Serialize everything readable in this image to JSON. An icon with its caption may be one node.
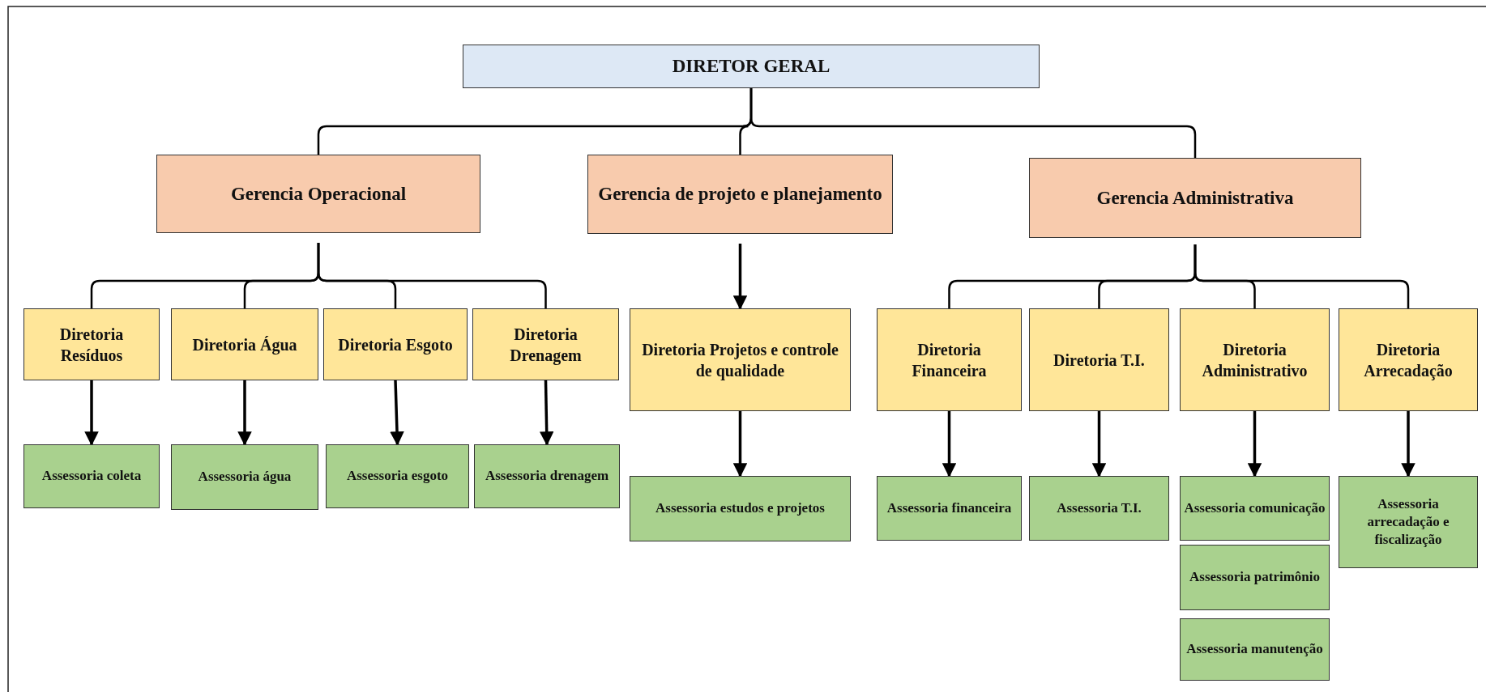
{
  "diagram": {
    "nodes": [
      {
        "text": [
          "DIRETOR GERAL"
        ]
      },
      {
        "text": [
          "Gerencia Operacional"
        ]
      },
      {
        "text": [
          "Gerencia de projeto e planejamento"
        ]
      },
      {
        "text": [
          "Gerencia Administrativa"
        ]
      },
      {
        "text": [
          "Diretoria Resíduos"
        ]
      },
      {
        "text": [
          "Diretoria Água"
        ]
      },
      {
        "text": [
          "Diretoria Esgoto"
        ]
      },
      {
        "text": [
          "Diretoria Drenagem"
        ]
      },
      {
        "text": [
          "Diretoria Projetos e controle de qualidade"
        ]
      },
      {
        "text": [
          "Diretoria Financeira"
        ]
      },
      {
        "text": [
          "Diretoria T.I."
        ]
      },
      {
        "text": [
          "Diretoria Administrativo"
        ]
      },
      {
        "text": [
          "Diretoria Arrecadação"
        ]
      },
      {
        "text": [
          "Assessoria coleta"
        ]
      },
      {
        "text": [
          "Assessoria água"
        ]
      },
      {
        "text": [
          "Assessoria esgoto"
        ]
      },
      {
        "text": [
          "Assessoria drenagem"
        ]
      },
      {
        "text": [
          "Assessoria estudos e projetos"
        ]
      },
      {
        "text": [
          "Assessoria financeira"
        ]
      },
      {
        "text": [
          "Assessoria T.I."
        ]
      },
      {
        "text": [
          "Assessoria comunicação"
        ]
      },
      {
        "text": [
          "Assessoria patrimônio"
        ]
      },
      {
        "text": [
          "Assessoria manutenção"
        ]
      },
      {
        "text": [
          "Assessoria arrecadação e fiscalização"
        ]
      }
    ],
    "edges": [
      {
        "from": 0,
        "to": 1,
        "arrow": "none"
      },
      {
        "from": 0,
        "to": 2,
        "arrow": "none"
      },
      {
        "from": 0,
        "to": 3,
        "arrow": "none"
      },
      {
        "from": 1,
        "to": 4,
        "arrow": "none"
      },
      {
        "from": 1,
        "to": 5,
        "arrow": "none"
      },
      {
        "from": 1,
        "to": 6,
        "arrow": "none"
      },
      {
        "from": 1,
        "to": 7,
        "arrow": "none"
      },
      {
        "from": 2,
        "to": 8,
        "arrow": "to"
      },
      {
        "from": 3,
        "to": 9,
        "arrow": "none"
      },
      {
        "from": 3,
        "to": 10,
        "arrow": "none"
      },
      {
        "from": 3,
        "to": 11,
        "arrow": "none"
      },
      {
        "from": 3,
        "to": 12,
        "arrow": "none"
      },
      {
        "from": 4,
        "to": 13,
        "arrow": "to"
      },
      {
        "from": 5,
        "to": 14,
        "arrow": "to"
      },
      {
        "from": 6,
        "to": 15,
        "arrow": "to"
      },
      {
        "from": 7,
        "to": 16,
        "arrow": "to"
      },
      {
        "from": 8,
        "to": 17,
        "arrow": "to"
      },
      {
        "from": 9,
        "to": 18,
        "arrow": "to"
      },
      {
        "from": 10,
        "to": 19,
        "arrow": "to"
      },
      {
        "from": 11,
        "to": 20,
        "arrow": "to"
      },
      {
        "from": 12,
        "to": 23,
        "arrow": "to"
      }
    ]
  }
}
